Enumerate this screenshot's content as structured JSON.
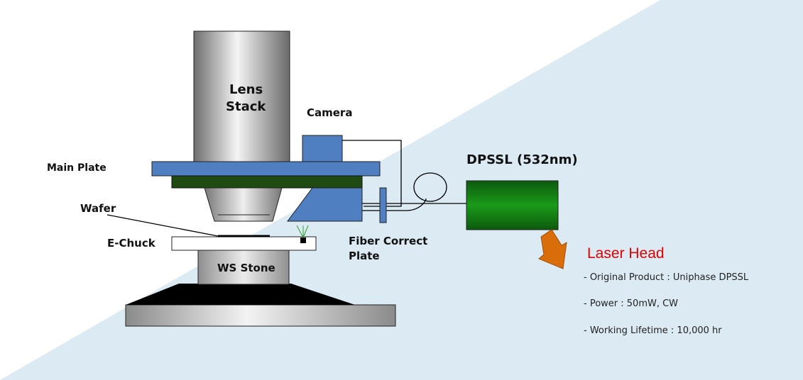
{
  "labels": {
    "lens_stack_line1": "Lens",
    "lens_stack_line2": "Stack",
    "camera": "Camera",
    "main_plate": "Main Plate",
    "wafer": "Wafer",
    "e_chuck": "E-Chuck",
    "ws_stone": "WS Stone",
    "fiber_correct_line1": "Fiber Correct",
    "fiber_correct_line2": "Plate",
    "dpssl": "DPSSL (532nm)"
  },
  "laser_head": {
    "title": "Laser Head",
    "specs": [
      "-  Original Product : Uniphase DPSSL",
      "-  Power : 50mW, CW",
      "-  Working Lifetime : 10,000 hr"
    ]
  },
  "colors": {
    "background_band": "#dbeaf3",
    "plate_blue": "#4f7fc1",
    "dark_green": "#1f4a12",
    "laser_green": "#117a11",
    "arrow_orange": "#d96d0a",
    "title_red": "#e00000"
  }
}
